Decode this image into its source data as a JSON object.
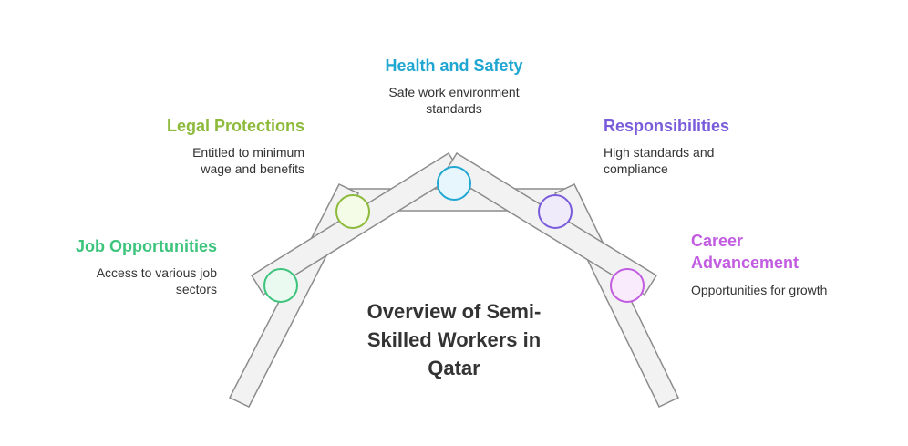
{
  "title": "Overview of Semi-Skilled Workers in Qatar",
  "items": [
    {
      "title": "Job Opportunities",
      "description": "Access to various job sectors",
      "color": "#3cc47c",
      "fill": "#eafaf1"
    },
    {
      "title": "Legal Protections",
      "description": "Entitled to minimum wage and benefits",
      "color": "#8dba3b",
      "fill": "#f4fbe6"
    },
    {
      "title": "Health and Safety",
      "description": "Safe work environment standards",
      "color": "#1fa6d1",
      "fill": "#e6f6fc"
    },
    {
      "title": "Responsibilities",
      "description": "High standards and compliance",
      "color": "#7a5cdb",
      "fill": "#efebfb"
    },
    {
      "title": "Career Advancement",
      "description": "Opportunities for growth",
      "color": "#c25ce0",
      "fill": "#f9ebfc"
    }
  ]
}
